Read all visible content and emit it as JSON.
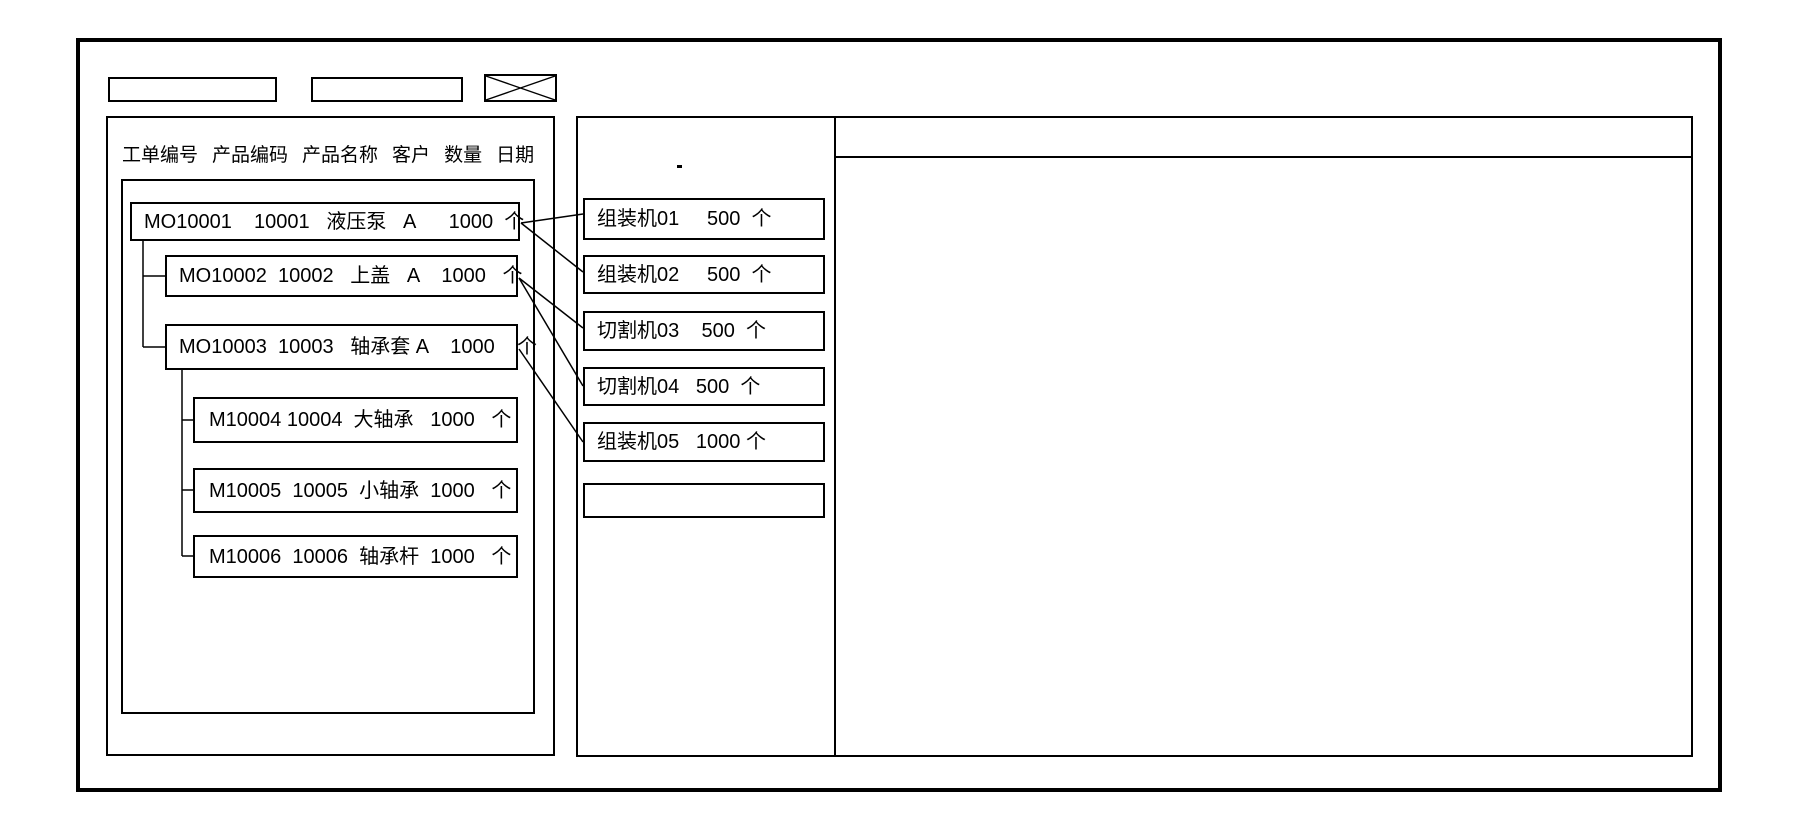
{
  "colors": {
    "line": "#000000",
    "background": "#ffffff",
    "text": "#000000"
  },
  "toolbar": {
    "field1_value": "",
    "field2_value": "",
    "close_icon": "x-box"
  },
  "order_panel": {
    "columns": [
      "工单编号",
      "产品编码",
      "产品名称",
      "客户",
      "数量",
      "日期"
    ],
    "work_orders": [
      {
        "level": 0,
        "text": "MO10001    10001   液压泵   A      1000  个"
      },
      {
        "level": 1,
        "text": "MO10002  10002   上盖   A    1000   个"
      },
      {
        "level": 1,
        "text": "MO10003  10003   轴承套 A    1000    个"
      },
      {
        "level": 2,
        "text": "M10004 10004  大轴承   1000   个"
      },
      {
        "level": 2,
        "text": "M10005  10005  小轴承  1000   个"
      },
      {
        "level": 2,
        "text": "M10006  10006  轴承杆  1000   个"
      }
    ]
  },
  "machine_panel": {
    "slots": [
      {
        "text": "组装机01     500  个"
      },
      {
        "text": "组装机02     500  个"
      },
      {
        "text": "切割机03    500  个"
      },
      {
        "text": "切割机04   500  个"
      },
      {
        "text": "组装机05   1000 个"
      },
      {
        "text": ""
      }
    ]
  },
  "links": [
    {
      "from": "MO10001",
      "to": "组装机01"
    },
    {
      "from": "MO10001",
      "to": "组装机02"
    },
    {
      "from": "MO10002",
      "to": "切割机03"
    },
    {
      "from": "MO10002",
      "to": "切割机04"
    },
    {
      "from": "MO10003",
      "to": "组装机05"
    }
  ],
  "schedule_panel": {
    "content": ""
  }
}
